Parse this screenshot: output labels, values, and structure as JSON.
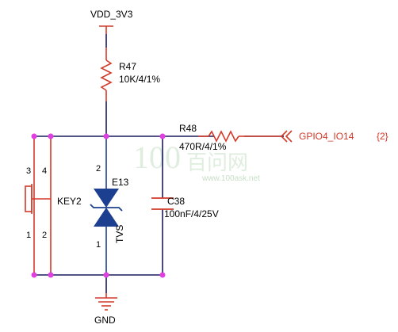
{
  "power": {
    "label": "VDD_3V3"
  },
  "resistor_pullup": {
    "ref": "R47",
    "value": "10K/4/1%"
  },
  "resistor_series": {
    "ref": "R48",
    "value": "470R/4/1%"
  },
  "port": {
    "name": "GPIO4_IO14",
    "sheet_ref": "{2}"
  },
  "switch": {
    "ref": "KEY2",
    "pins": [
      "3",
      "4",
      "1",
      "2"
    ]
  },
  "tvs": {
    "ref": "E13",
    "type": "TVS",
    "pin_top": "2",
    "pin_bottom": "1"
  },
  "capacitor": {
    "ref": "C38",
    "value": "100nF/4/25V"
  },
  "ground": {
    "label": "GND"
  },
  "watermark": {
    "brand": "100",
    "name": "百问网",
    "url": "www.100ask.net"
  },
  "colors": {
    "wire": "#1a1a5e",
    "component": "#d23a2a",
    "junction": "#e040e0",
    "tvs_fill": "#1d3f8f"
  }
}
